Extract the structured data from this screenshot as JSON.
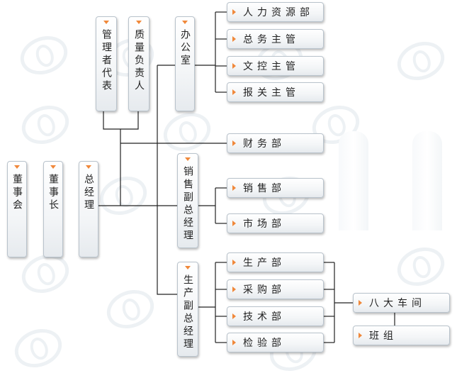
{
  "nodes": {
    "board": "董事会",
    "chairman": "董事长",
    "general_manager": "总经理",
    "management_rep": "管理者代表",
    "quality_owner": "质量负责人",
    "office": "办公室",
    "hr_dept": "人力资源部",
    "general_affairs_supervisor": "总务主管",
    "document_control_supervisor": "文控主管",
    "customs_supervisor": "报关主管",
    "finance_dept": "财务部",
    "sales_vp": "销售副总经理",
    "sales_dept": "销售部",
    "marketing_dept": "市场部",
    "production_vp": "生产副总经理",
    "production_dept": "生产部",
    "purchasing_dept": "采购部",
    "technical_dept": "技术部",
    "inspection_dept": "检验部",
    "eight_workshops": "八大车间",
    "teams": "班组"
  },
  "colors": {
    "accent": "#f0883a",
    "line": "#222222",
    "box_border": "#b9c3cc"
  }
}
